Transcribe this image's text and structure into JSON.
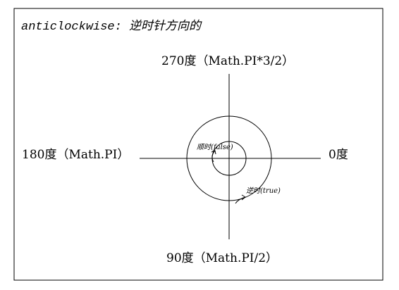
{
  "header": {
    "title": "anticlockwise: 逆时针方向的"
  },
  "labels": {
    "angle_270": "270度（Math.PI*3/2）",
    "angle_180": "180度（Math.PI）",
    "angle_0": "0度",
    "angle_90": "90度（Math.PI/2）",
    "clockwise": "顺时(false)",
    "anticlockwise": "逆时(true)"
  }
}
